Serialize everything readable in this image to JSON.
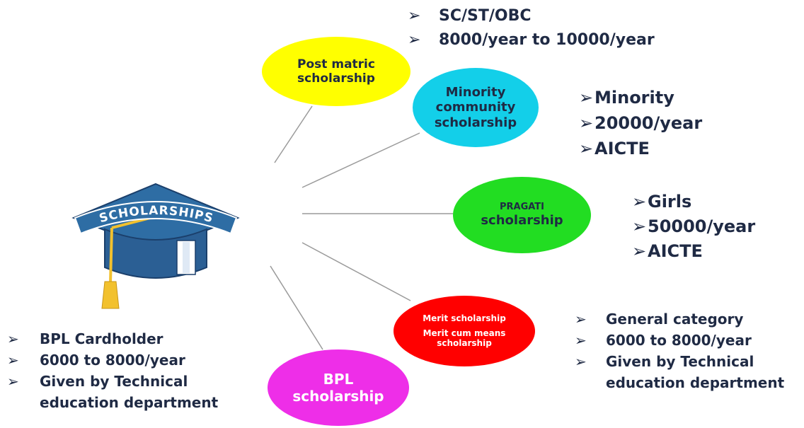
{
  "colors": {
    "post_matric": "#ffff00",
    "minority": "#13cfe9",
    "pragati": "#22dd22",
    "merit": "#ff0000",
    "bpl": "#ee2ee8",
    "cap_banner": "#2e6da4",
    "tassel": "#f2c12e",
    "text": "#1f2a44",
    "connector": "#9a9a9a"
  },
  "arrow_glyph": "➢",
  "center": {
    "icon": "graduation-cap-icon",
    "banner_text": "SCHOLARSHIPS"
  },
  "nodes": {
    "post_matric": {
      "lines": [
        "Post matric",
        "scholarship"
      ],
      "details": [
        "SC/ST/OBC",
        "8000/year to 10000/year"
      ]
    },
    "minority": {
      "lines": [
        "Minority",
        "community",
        "scholarship"
      ],
      "details": [
        "Minority",
        "20000/year",
        "AICTE"
      ]
    },
    "pragati": {
      "lines": [
        "PRAGATI",
        "scholarship"
      ],
      "details": [
        "Girls",
        "50000/year",
        "AICTE"
      ]
    },
    "merit": {
      "lines": [
        "Merit scholarship",
        "Merit cum means",
        "scholarship"
      ],
      "details": [
        "General category",
        "6000 to 8000/year",
        "Given by Technical",
        "education department"
      ]
    },
    "bpl": {
      "lines": [
        "BPL",
        "scholarship"
      ],
      "details": [
        "BPL Cardholder",
        "6000 to 8000/year",
        "Given by Technical",
        "education department"
      ]
    }
  }
}
